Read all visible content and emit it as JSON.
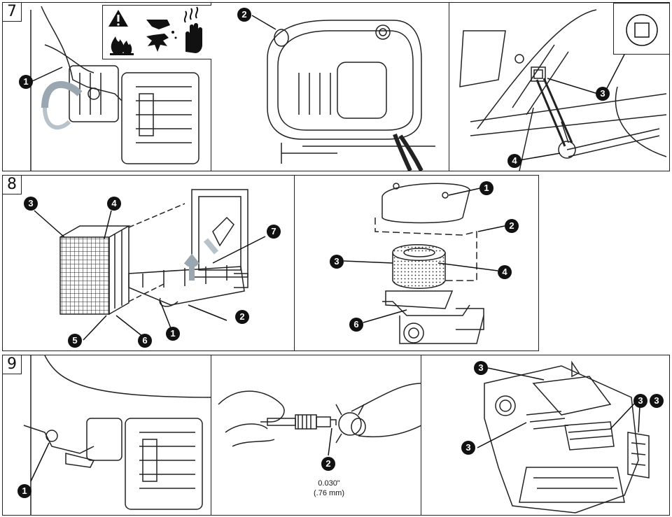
{
  "steps": [
    {
      "number": "7"
    },
    {
      "number": "8"
    },
    {
      "number": "9"
    }
  ],
  "callouts": {
    "p7a": [
      "1"
    ],
    "p7b": [
      "2"
    ],
    "p7c": [
      "3",
      "4"
    ],
    "p8a": [
      "3",
      "4",
      "7",
      "2",
      "1",
      "5",
      "6"
    ],
    "p8b": [
      "1",
      "2",
      "3",
      "4",
      "6"
    ],
    "p9a": [
      "1"
    ],
    "p9b": [
      "2"
    ],
    "p9c": [
      "3",
      "3",
      "3",
      "3"
    ]
  },
  "spark_gap": {
    "inches": "0.030\"",
    "mm": "(.76 mm)"
  },
  "warning_icons": [
    "warning-triangle-icon",
    "fire-icon",
    "explosion-icon",
    "hot-surface-hand-icon"
  ]
}
